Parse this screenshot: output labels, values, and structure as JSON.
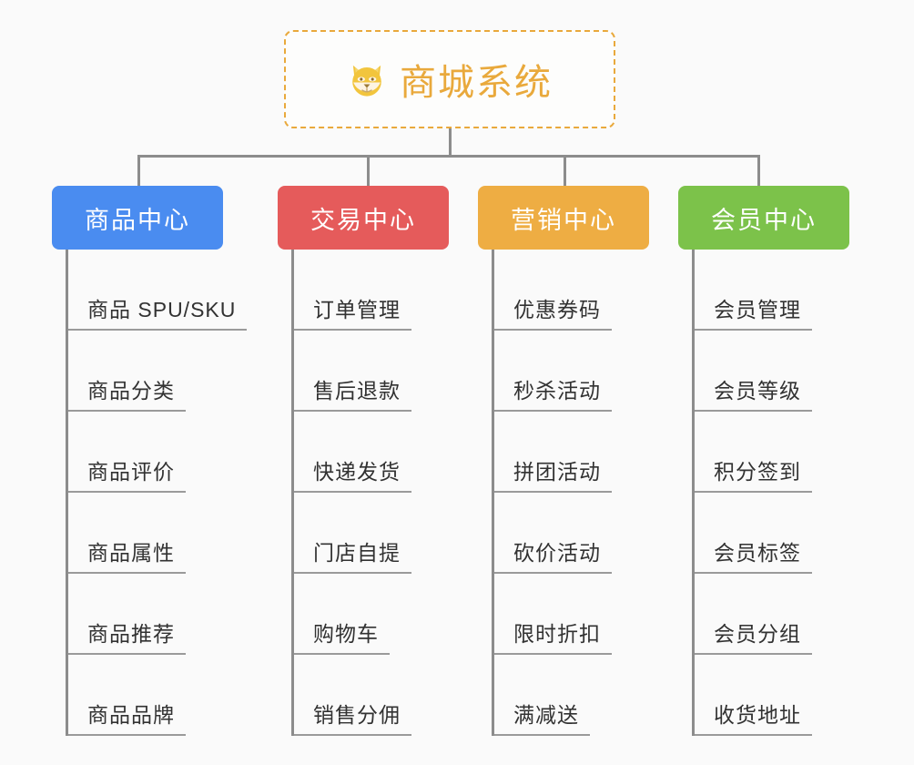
{
  "page": {
    "background": "#fafafa",
    "line_color": "#8c8c8c"
  },
  "root": {
    "icon": "dog-face-icon",
    "title": "商城系统",
    "accent_color": "#e9a93c",
    "border_style": "dashed"
  },
  "branches": [
    {
      "label": "商品中心",
      "color": "#4a8cf0",
      "items": [
        "商品 SPU/SKU",
        "商品分类",
        "商品评价",
        "商品属性",
        "商品推荐",
        "商品品牌"
      ]
    },
    {
      "label": "交易中心",
      "color": "#e55b5b",
      "items": [
        "订单管理",
        "售后退款",
        "快递发货",
        "门店自提",
        "购物车",
        "销售分佣"
      ]
    },
    {
      "label": "营销中心",
      "color": "#eead43",
      "items": [
        "优惠券码",
        "秒杀活动",
        "拼团活动",
        "砍价活动",
        "限时折扣",
        "满减送"
      ]
    },
    {
      "label": "会员中心",
      "color": "#7cc24a",
      "items": [
        "会员管理",
        "会员等级",
        "积分签到",
        "会员标签",
        "会员分组",
        "收货地址"
      ]
    }
  ]
}
